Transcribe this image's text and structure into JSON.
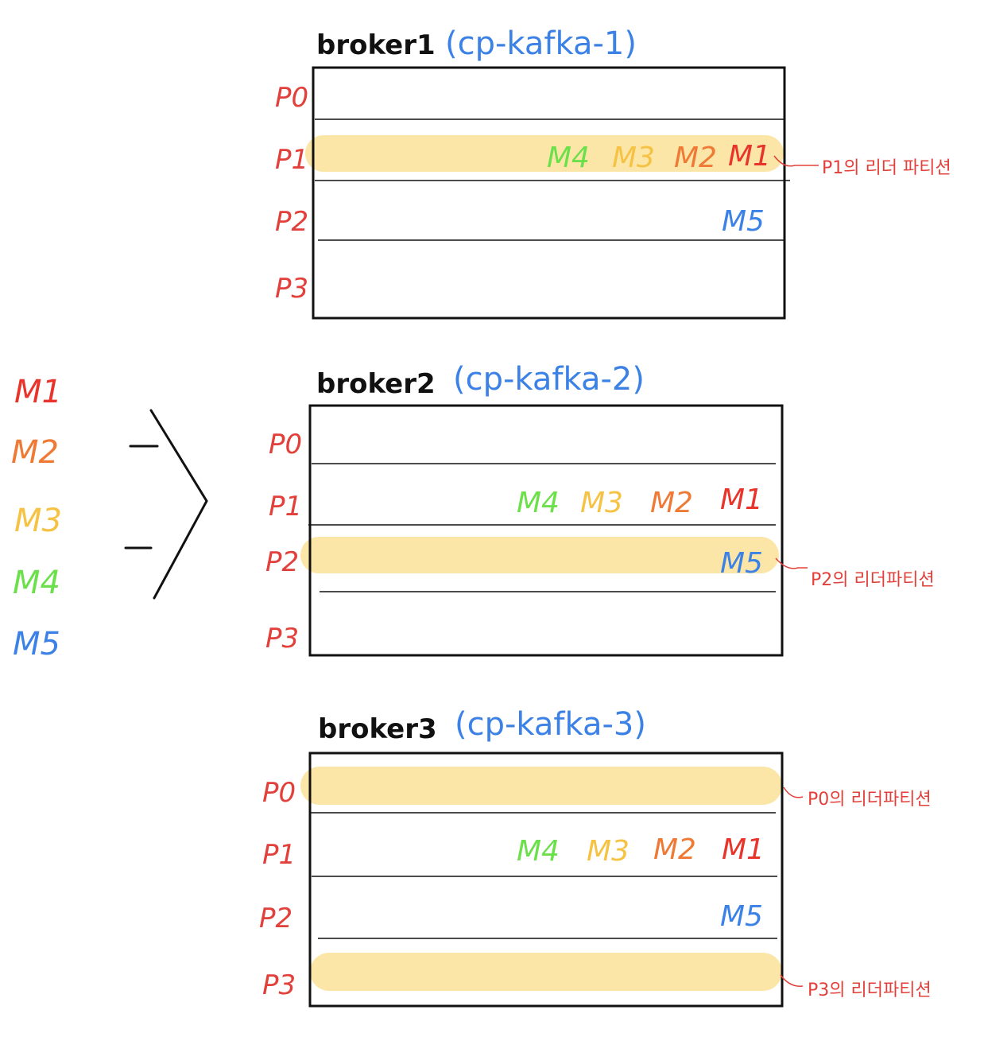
{
  "colors": {
    "m1": "#e8342b",
    "m2": "#ee7a35",
    "m3": "#f6c244",
    "m4": "#6be04a",
    "m5": "#3c82e6",
    "partition_label": "#e2403a",
    "broker_title": "#111111",
    "cluster_name": "#3c82e6",
    "highlight": "#fbe6a8",
    "box_line": "#111111"
  },
  "legend": {
    "messages": [
      {
        "label": "M1",
        "color_key": "m1"
      },
      {
        "label": "M2",
        "color_key": "m2"
      },
      {
        "label": "M3",
        "color_key": "m3"
      },
      {
        "label": "M4",
        "color_key": "m4"
      },
      {
        "label": "M5",
        "color_key": "m5"
      }
    ]
  },
  "brokers": [
    {
      "title": "broker1",
      "cluster_name": "(cp-kafka-1)",
      "leader_partition": "P1",
      "leader_note": "P1의 리더 파티션",
      "partitions": [
        {
          "label": "P0",
          "messages": []
        },
        {
          "label": "P1",
          "messages": [
            "M4",
            "M3",
            "M2",
            "M1"
          ]
        },
        {
          "label": "P2",
          "messages": [
            "M5"
          ]
        },
        {
          "label": "P3",
          "messages": []
        }
      ]
    },
    {
      "title": "broker2",
      "cluster_name": "(cp-kafka-2)",
      "leader_partition": "P2",
      "leader_note": "P2의 리더파티션",
      "partitions": [
        {
          "label": "P0",
          "messages": []
        },
        {
          "label": "P1",
          "messages": [
            "M4",
            "M3",
            "M2",
            "M1"
          ]
        },
        {
          "label": "P2",
          "messages": [
            "M5"
          ]
        },
        {
          "label": "P3",
          "messages": []
        }
      ]
    },
    {
      "title": "broker3",
      "cluster_name": "(cp-kafka-3)",
      "leader_partitions": [
        {
          "label": "P0",
          "note": "P0의 리더파티션"
        },
        {
          "label": "P3",
          "note": "P3의 리더파티션"
        }
      ],
      "partitions": [
        {
          "label": "P0",
          "messages": []
        },
        {
          "label": "P1",
          "messages": [
            "M4",
            "M3",
            "M2",
            "M1"
          ]
        },
        {
          "label": "P2",
          "messages": [
            "M5"
          ]
        },
        {
          "label": "P3",
          "messages": []
        }
      ]
    }
  ]
}
